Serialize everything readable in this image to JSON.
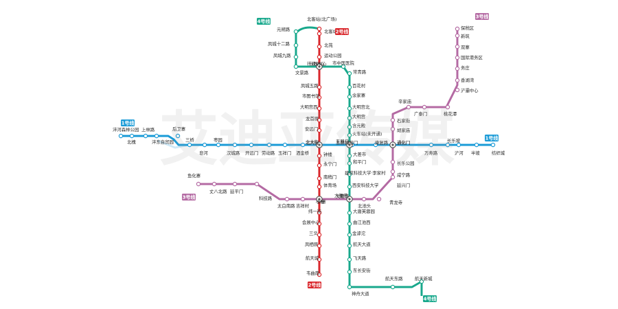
{
  "watermark": "艾迪亚传媒",
  "lines": [
    {
      "id": "line1",
      "color": "#1a9bd7",
      "badges": [
        "1号线",
        "1号线"
      ],
      "stations": [
        "沣河森林公园",
        "北槐",
        "上林路",
        "沣东自贸园",
        "后卫寨",
        "三桥",
        "皂河",
        "枣园",
        "汉城路",
        "开远门",
        "劳动路",
        "玉祥门",
        "洒金桥",
        "北大街",
        "五路口",
        "朝阳门",
        "康复路",
        "通化门",
        "万寿路",
        "长乐坡",
        "浐河",
        "半坡",
        "纺织城"
      ]
    },
    {
      "id": "line2",
      "color": "#d9262b",
      "badges": [
        "2号线",
        "2号线"
      ],
      "stations": [
        "北客站(北广场)",
        "北客站",
        "北苑",
        "运动公园",
        "行政中心",
        "凤城五路",
        "市图书馆",
        "大明宫西",
        "龙首原",
        "安远门",
        "北大街",
        "钟楼",
        "永宁门",
        "南稍门",
        "体育场",
        "小寨",
        "纬一街",
        "会展中心",
        "三爻",
        "凤栖原",
        "航天城",
        "韦曲南"
      ]
    },
    {
      "id": "line3",
      "color": "#b46aa3",
      "badges": [
        "3号线",
        "3号线"
      ],
      "stations": [
        "鱼化寨",
        "丈八北路",
        "延平门",
        "科技路",
        "太白南路",
        "吉祥村",
        "小寨",
        "大雁塔",
        "北池头",
        "青龙寺",
        "延兴门",
        "咸宁路",
        "长乐公园",
        "通化门",
        "胡家庙",
        "石家街",
        "辛家庙",
        "广泰门",
        "桃花潭",
        "浐灞中心",
        "香湖湾",
        "务庄",
        "国际港务区",
        "双寨",
        "新筑",
        "保税区"
      ]
    },
    {
      "id": "line4",
      "color": "#18a88c",
      "badges": [
        "4号线",
        "4号线"
      ],
      "stations": [
        "元朔路",
        "凤城十二路",
        "凤城九路",
        "文景路",
        "行政中心",
        "市中医医院",
        "常青路",
        "百花村",
        "余家寨",
        "大明宫北",
        "大明宫",
        "含元殿",
        "火车站(未开通)",
        "五路口",
        "大差市",
        "和平门",
        "建筑科技大学·李家村",
        "西安科技大学",
        "大雁塔",
        "大唐芙蓉园",
        "曲江池西",
        "金滹沱",
        "航天大道",
        "飞天路",
        "东长安街",
        "神舟大道",
        "航天东路",
        "航天新城"
      ]
    }
  ]
}
